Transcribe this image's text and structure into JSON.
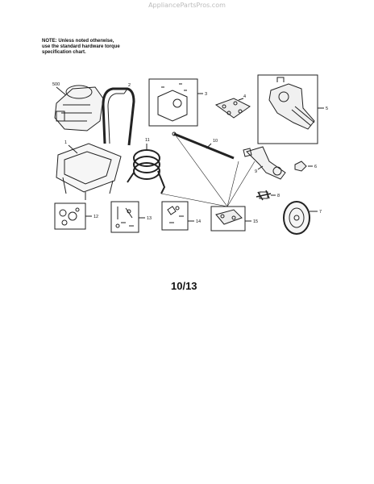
{
  "watermark": "AppliancePartsPros.com",
  "note": {
    "line1": "NOTE: Unless noted otherwise,",
    "line2": "use the standard hardware torque",
    "line3": "specification chart."
  },
  "page_number": "10/13",
  "callouts": {
    "engine": "500",
    "frame": "1",
    "handle": "2",
    "bracket": "3",
    "pump_bracket_kit": "4",
    "pump": "5",
    "nozzle": "6",
    "wheel": "7",
    "spray_tip": "8",
    "gun": "9",
    "wand": "10",
    "hose": "11",
    "kit_12": "12",
    "kit_13": "13",
    "kit_14": "14",
    "kit_15": "15"
  }
}
